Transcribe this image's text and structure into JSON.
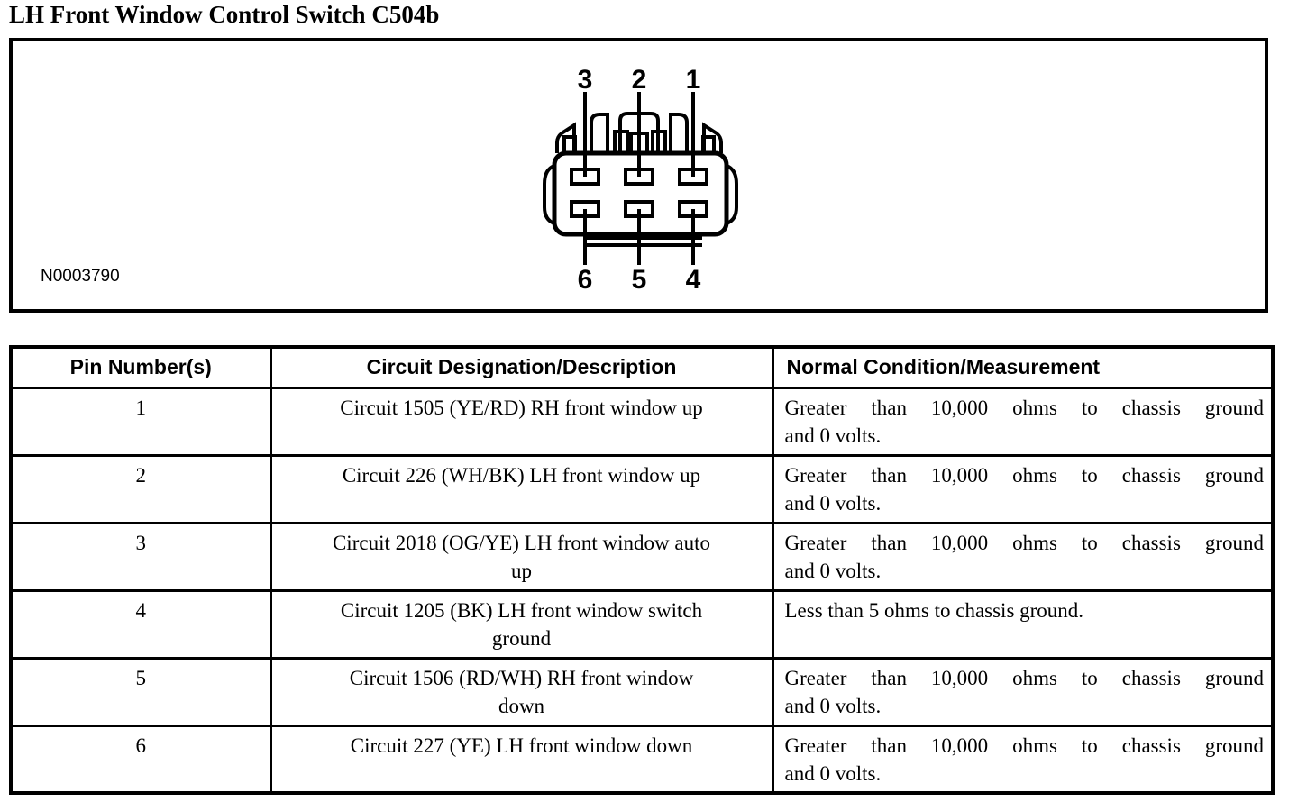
{
  "page": {
    "title": "LH Front Window Control Switch C504b"
  },
  "diagram": {
    "figure_id": "N0003790",
    "pin_labels_top": [
      "3",
      "2",
      "1"
    ],
    "pin_labels_bottom": [
      "6",
      "5",
      "4"
    ]
  },
  "table": {
    "headers": [
      "Pin Number(s)",
      "Circuit Designation/Description",
      "Normal Condition/Measurement"
    ],
    "rows": [
      {
        "pin": "1",
        "circuit_lines": [
          "Circuit 1505 (YE/RD) RH front window up"
        ],
        "condition_lines": [
          "Greater than 10,000 ohms to chassis ground",
          "and 0 volts."
        ]
      },
      {
        "pin": "2",
        "circuit_lines": [
          "Circuit 226 (WH/BK) LH front window up"
        ],
        "condition_lines": [
          "Greater than 10,000 ohms to chassis ground",
          "and 0 volts."
        ]
      },
      {
        "pin": "3",
        "circuit_lines": [
          "Circuit 2018 (OG/YE) LH front window auto",
          "up"
        ],
        "condition_lines": [
          "Greater than 10,000 ohms to chassis ground",
          "and 0 volts."
        ]
      },
      {
        "pin": "4",
        "circuit_lines": [
          "Circuit 1205 (BK) LH front window switch",
          "ground"
        ],
        "condition_lines": [
          "Less than 5 ohms to chassis ground."
        ]
      },
      {
        "pin": "5",
        "circuit_lines": [
          "Circuit 1506 (RD/WH) RH front window",
          "down"
        ],
        "condition_lines": [
          "Greater than 10,000 ohms to chassis ground",
          "and 0 volts."
        ]
      },
      {
        "pin": "6",
        "circuit_lines": [
          "Circuit 227 (YE) LH front window down"
        ],
        "condition_lines": [
          "Greater than 10,000 ohms to chassis ground",
          "and 0 volts."
        ]
      }
    ]
  },
  "colors": {
    "ink": "#000000",
    "paper": "#ffffff"
  }
}
